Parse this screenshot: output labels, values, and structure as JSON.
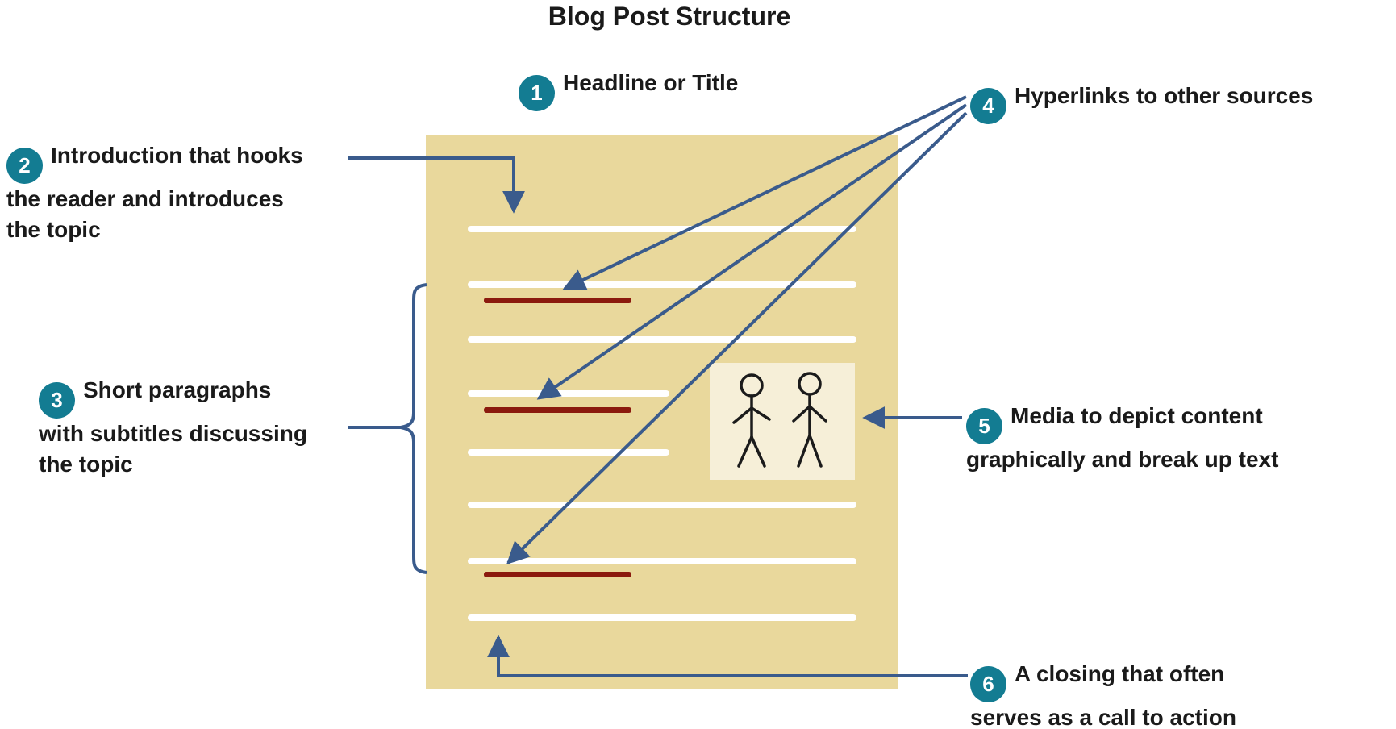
{
  "title": "Blog Post Structure",
  "callouts": [
    {
      "num": "1",
      "label": "Headline or Title"
    },
    {
      "num": "2",
      "label": "Introduction that hooks\nthe reader and introduces\nthe topic"
    },
    {
      "num": "3",
      "label": "Short paragraphs\nwith subtitles discussing\nthe topic"
    },
    {
      "num": "4",
      "label": "Hyperlinks to other sources"
    },
    {
      "num": "5",
      "label": "Media to depict content\ngraphically and break up text"
    },
    {
      "num": "6",
      "label": "A closing that often\nserves as a call to action"
    }
  ],
  "colors": {
    "badge_teal": "#137c92",
    "document_tan": "#e9d89c",
    "text_line_white": "#ffffff",
    "hyperlink_red": "#8b1a0e",
    "arrow_blue": "#3a5b8c",
    "media_background": "#f6efd8",
    "label_text": "#1a1a1a"
  }
}
